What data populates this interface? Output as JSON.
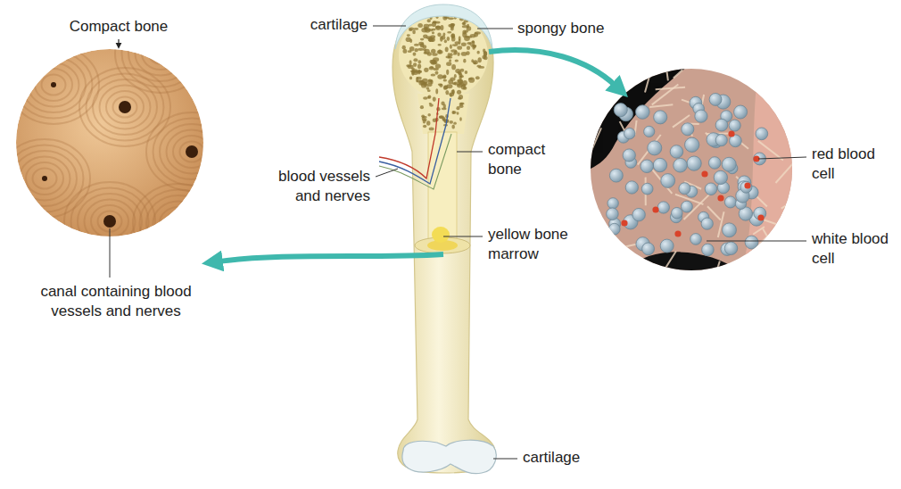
{
  "diagram": {
    "labels": [
      "Compact bone",
      "cartilage",
      "spongy bone",
      "compact bone",
      "blood vessels and nerves",
      "yellow bone marrow",
      "red blood cell",
      "white blood cell",
      "canal containing blood vessels and nerves",
      "cartilage"
    ]
  }
}
